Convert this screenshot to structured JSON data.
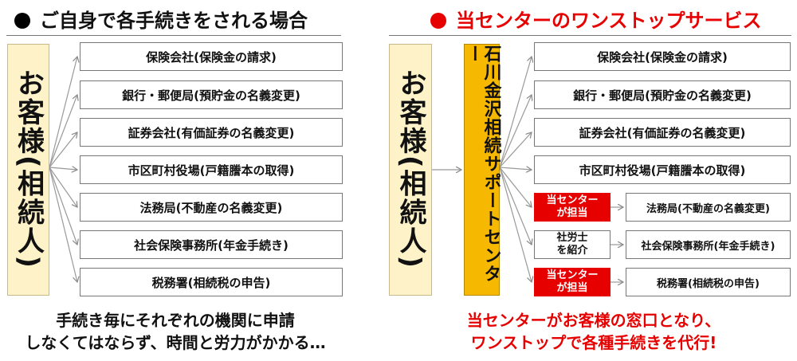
{
  "colors": {
    "accent_red": "#e60000",
    "center_orange": "#f6b800",
    "customer_bg": "#fdf2c8"
  },
  "left": {
    "title": "ご自身で各手続きをされる場合",
    "customer": "お客様(相続人)",
    "items": [
      "保険会社(保険金の請求)",
      "銀行・郵便局(預貯金の名義変更)",
      "証券会社(有価証券の名義変更)",
      "市区町村役場(戸籍謄本の取得)",
      "法務局(不動産の名義変更)",
      "社会保険事務所(年金手続き)",
      "税務署(相続税の申告)"
    ],
    "footer": "手続き毎にそれぞれの機関に申請\nしなくてはならず、時間と労力がかかる…"
  },
  "right": {
    "title": "当センターのワンストップサービス",
    "customer": "お客様(相続人)",
    "center": "石川金沢相続サポートセンター",
    "items": [
      "保険会社(保険金の請求)",
      "銀行・郵便局(預貯金の名義変更)",
      "証券会社(有価証券の名義変更)",
      "市区町村役場(戸籍謄本の取得)",
      "法務局(不動産の名義変更)",
      "社会保険事務所(年金手続き)",
      "税務署(相続税の申告)"
    ],
    "intermediaries": [
      "当センター\nが担当",
      "社労士\nを紹介",
      "当センター\nが担当"
    ],
    "footer": "当センターがお客様の窓口となり、\nワンストップで各種手続きを代行!"
  }
}
